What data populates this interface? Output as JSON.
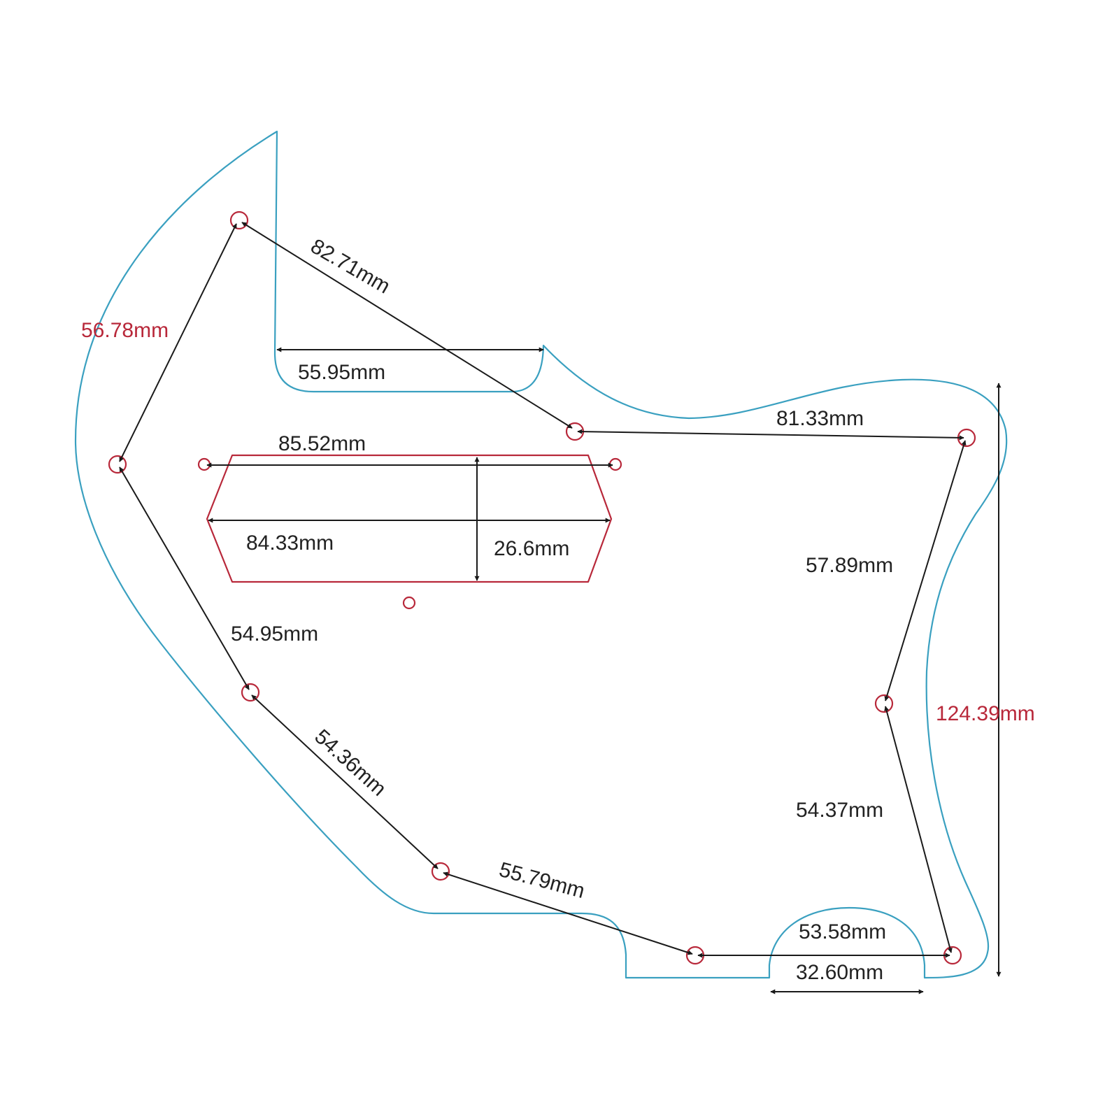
{
  "colors": {
    "outline": "#3aa0c0",
    "pickup": "#b8283a",
    "hole": "#b8283a",
    "dimension": "#1a1a1a",
    "label_dark": "#222222",
    "label_red": "#b8283a"
  },
  "labels": {
    "hole_1_2": "56.78mm",
    "hole_1_top": "82.71mm",
    "notch_width": "55.95mm",
    "top_holes": "81.33mm",
    "pickup_mount_span": "85.52mm",
    "pickup_width": "84.33mm",
    "pickup_height": "26.6mm",
    "right_upper": "57.89mm",
    "overall_height": "124.39mm",
    "left_lower": "54.95mm",
    "lower_left_diag": "54.36mm",
    "bottom_diag": "55.79mm",
    "right_lower": "54.37mm",
    "bottom_holes": "53.58mm",
    "cutout_width": "32.60mm"
  }
}
